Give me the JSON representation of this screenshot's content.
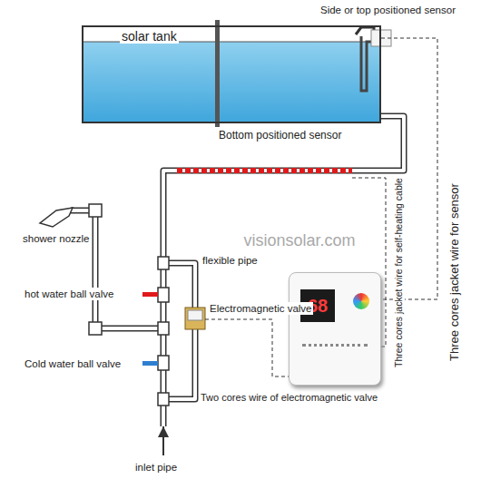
{
  "diagram": {
    "nodes": [
      {
        "text": [
          "solar tank"
        ]
      },
      {
        "text": [
          "68"
        ]
      }
    ],
    "edges": [
      {
        "from": 0,
        "to": 1,
        "arrow": "none"
      }
    ],
    "labels": [
      "Side or top positioned sensor",
      "Bottom positioned sensor",
      "shower nozzle",
      "flexible pipe",
      "hot water ball valve",
      "Electromagnetic valve",
      "Cold water ball valve",
      "Two cores wire of electromagnetic valve",
      "inlet pipe",
      "Three cores jacket wire for self-heating cable",
      "Three cores jacket wire for sensor",
      "visionsolar.com"
    ]
  }
}
